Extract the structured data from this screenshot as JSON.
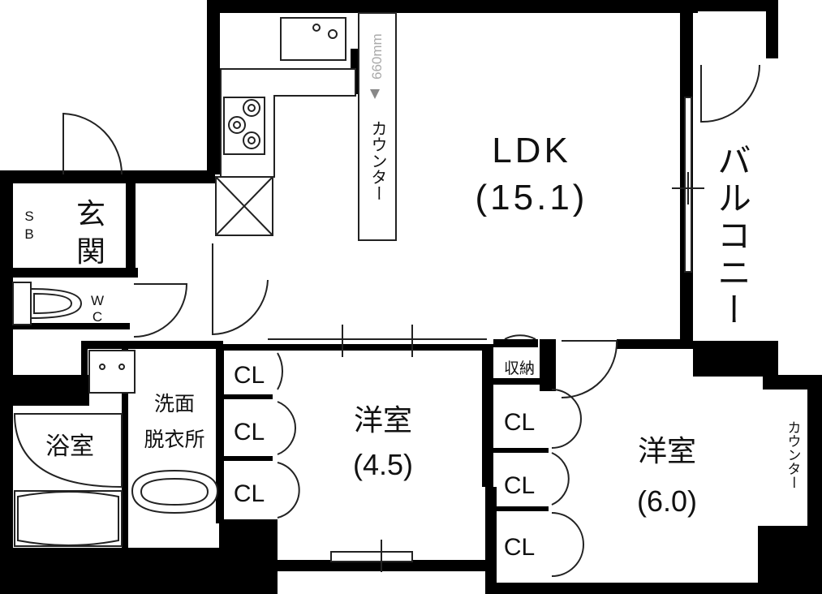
{
  "rooms": {
    "ldk_name": "LDK",
    "ldk_size": "(15.1)",
    "bedroom1_name": "洋室",
    "bedroom1_size": "(4.5)",
    "bedroom2_name": "洋室",
    "bedroom2_size": "(6.0)"
  },
  "labels": {
    "entrance_1": "玄",
    "entrance_2": "関",
    "shoe_box_1": "S",
    "shoe_box_2": "B",
    "wc_1": "W",
    "wc_2": "C",
    "bath": "浴室",
    "washroom_1": "洗面",
    "washroom_2": "脱衣所",
    "storage": "収納",
    "closet": "CL",
    "counter": "カウンター",
    "counter_outside": "カウンター",
    "balcony": "バルコニー",
    "dimension": "660mm"
  },
  "colors": {
    "wall": "#000000",
    "line": "#222222",
    "background": "#ffffff"
  }
}
